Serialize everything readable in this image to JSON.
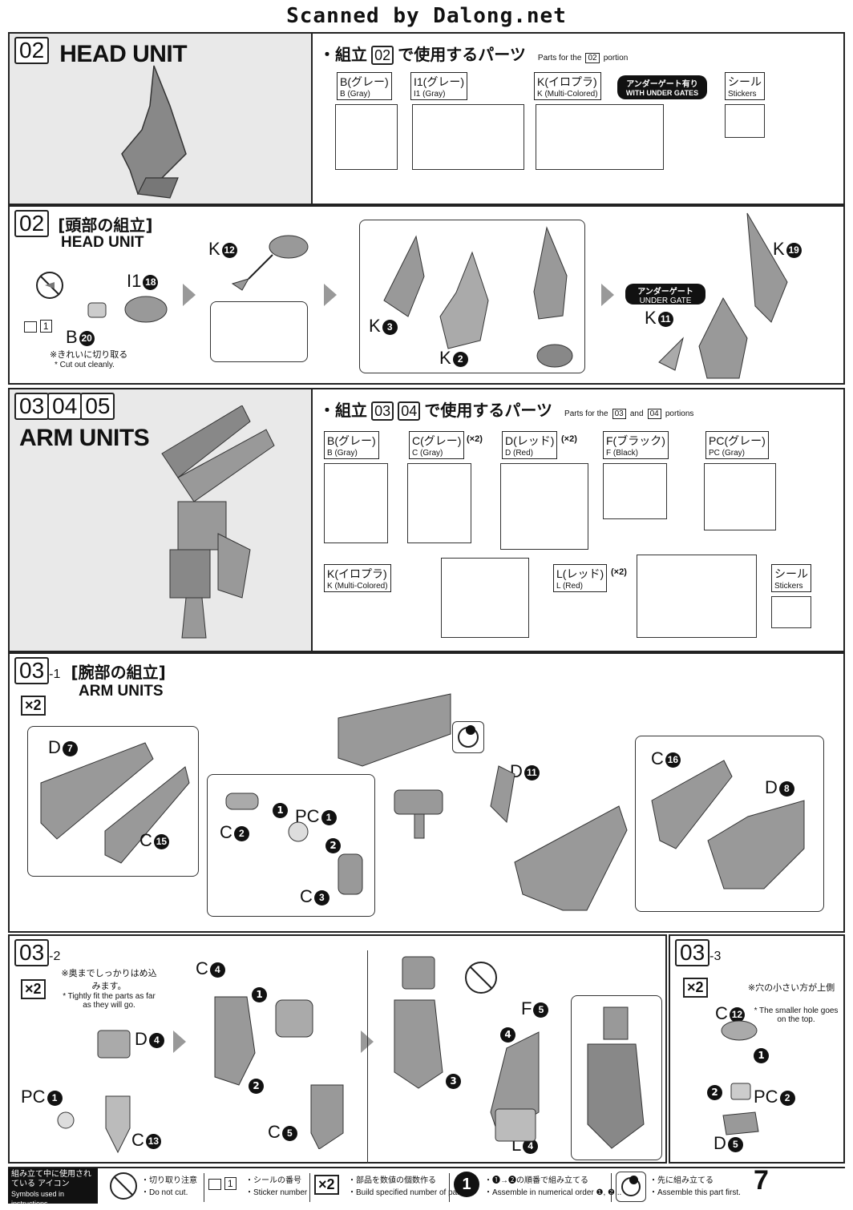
{
  "scan_credit": "Scanned by Dalong.net",
  "page_number": "7",
  "head_unit": {
    "num": "02",
    "title": "HEAD UNIT",
    "parts_heading_pre": "・組立",
    "parts_heading_num": "02",
    "parts_heading_post": "で使用するパーツ",
    "parts_en_pre": "Parts for the",
    "parts_en_num": "02",
    "parts_en_post": "portion",
    "runners": [
      {
        "jp": "B(グレー)",
        "en": "B (Gray)"
      },
      {
        "jp": "I1(グレー)",
        "en": "I1 (Gray)"
      },
      {
        "jp": "K(イロプラ)",
        "en": "K (Multi-Colored)"
      },
      {
        "jp": "シール",
        "en": "Stickers"
      }
    ],
    "under_gates_jp": "アンダーゲート有り",
    "under_gates_en": "WITH UNDER GATES"
  },
  "head_assembly": {
    "num": "02",
    "jp_title": "[頭部の組立]",
    "en_title": "HEAD UNIT",
    "sticker_num": "1",
    "cut_note_jp": "※きれいに切り取る",
    "cut_note_en": "* Cut out cleanly.",
    "under_gate_jp": "アンダーゲート",
    "under_gate_en": "UNDER GATE",
    "labels": [
      {
        "p": "I1",
        "n": "18"
      },
      {
        "p": "B",
        "n": "20"
      },
      {
        "p": "K",
        "n": "12"
      },
      {
        "p": "K",
        "n": "3"
      },
      {
        "p": "K",
        "n": "2"
      },
      {
        "p": "K",
        "n": "11"
      },
      {
        "p": "K",
        "n": "19"
      }
    ]
  },
  "arm_units": {
    "nums": [
      "03",
      "04",
      "05"
    ],
    "title": "ARM UNITS",
    "parts_heading_pre": "・組立",
    "parts_heading_num1": "03",
    "parts_heading_num2": "04",
    "parts_heading_post": "で使用するパーツ",
    "parts_en_pre": "Parts for the",
    "parts_en_num1": "03",
    "parts_en_and": "and",
    "parts_en_num2": "04",
    "parts_en_post": "portions",
    "runners": [
      {
        "jp": "B(グレー)",
        "en": "B (Gray)",
        "qty": ""
      },
      {
        "jp": "C(グレー)",
        "en": "C (Gray)",
        "qty": "(×2)"
      },
      {
        "jp": "D(レッド)",
        "en": "D (Red)",
        "qty": "(×2)"
      },
      {
        "jp": "F(ブラック)",
        "en": "F (Black)",
        "qty": ""
      },
      {
        "jp": "PC(グレー)",
        "en": "PC (Gray)",
        "qty": ""
      },
      {
        "jp": "K(イロプラ)",
        "en": "K (Multi-Colored)",
        "qty": ""
      },
      {
        "jp": "L(レッド)",
        "en": "L (Red)",
        "qty": "(×2)"
      },
      {
        "jp": "シール",
        "en": "Stickers",
        "qty": ""
      }
    ]
  },
  "step_03_1": {
    "num": "03",
    "sub": "-1",
    "jp_title": "[腕部の組立]",
    "en_title": "ARM UNITS",
    "mult": "×2",
    "labels": [
      {
        "p": "D",
        "n": "7"
      },
      {
        "p": "C",
        "n": "15"
      },
      {
        "p": "PC",
        "n": "1"
      },
      {
        "p": "C",
        "n": "2"
      },
      {
        "p": "C",
        "n": "3"
      },
      {
        "p": "D",
        "n": "11"
      },
      {
        "p": "C",
        "n": "16"
      },
      {
        "p": "D",
        "n": "8"
      }
    ],
    "order": [
      "1",
      "2"
    ]
  },
  "step_03_2": {
    "num": "03",
    "sub": "-2",
    "mult": "×2",
    "note_jp": "※奥までしっかりはめ込みます。",
    "note_en": "* Tightly fit the parts as far as they will go.",
    "labels": [
      {
        "p": "D",
        "n": "4"
      },
      {
        "p": "PC",
        "n": "1"
      },
      {
        "p": "C",
        "n": "13"
      },
      {
        "p": "C",
        "n": "4"
      },
      {
        "p": "C",
        "n": "5"
      },
      {
        "p": "F",
        "n": "5"
      },
      {
        "p": "L",
        "n": "4"
      }
    ],
    "order": [
      "1",
      "2",
      "3",
      "4"
    ]
  },
  "step_03_3": {
    "num": "03",
    "sub": "-3",
    "mult": "×2",
    "note_jp": "※穴の小さい方が上側",
    "note_en": "* The smaller hole goes on the top.",
    "labels": [
      {
        "p": "C",
        "n": "12"
      },
      {
        "p": "PC",
        "n": "2"
      },
      {
        "p": "D",
        "n": "5"
      }
    ],
    "order": [
      "1",
      "2"
    ]
  },
  "legend": {
    "title_jp": "組み立て中に使用されている アイコン",
    "title_en": "Symbols used in instructions",
    "items": [
      {
        "jp": "・切り取り注意",
        "en": "・Do not cut."
      },
      {
        "jp": "・シールの番号",
        "en": "・Sticker number"
      },
      {
        "jp": "・部品を数値の個数作る",
        "en": "・Build specified number of parts."
      },
      {
        "jp": "・❶→❷の順番で組み立てる",
        "en": "・Assemble in numerical order ❶, ❷..."
      },
      {
        "jp": "・先に組み立てる",
        "en": "・Assemble this part first."
      }
    ],
    "sticker_demo": "1",
    "mult_demo": "×2",
    "order_demo": "1"
  }
}
